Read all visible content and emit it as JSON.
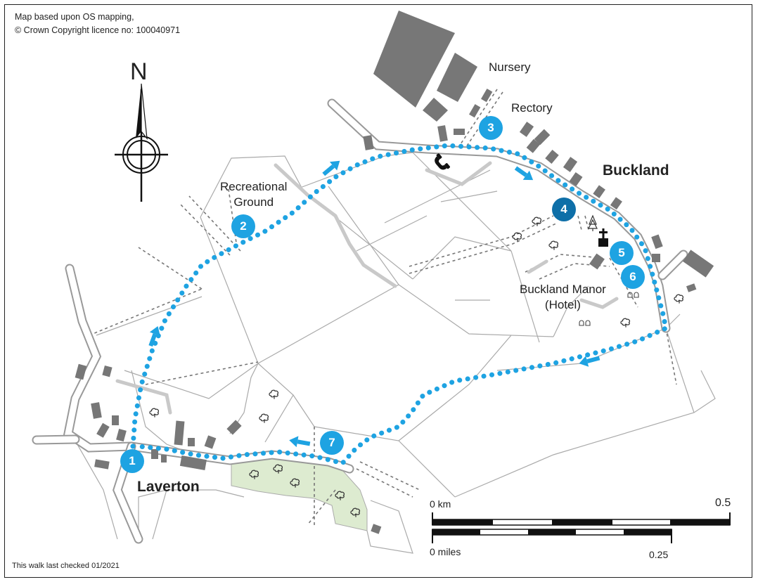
{
  "map": {
    "copyright": [
      "Map based upon OS mapping,",
      "© Crown Copyright licence no: 100040971"
    ],
    "north_label": "N",
    "last_checked": "This walk last checked 01/2021"
  },
  "labels": {
    "nursery": "Nursery",
    "rectory": "Rectory",
    "buckland": "Buckland",
    "recreational_ground": [
      "Recreational",
      "Ground"
    ],
    "buckland_manor": [
      "Buckland Manor",
      "(Hotel)"
    ],
    "laverton": "Laverton"
  },
  "waypoints": [
    {
      "num": "1"
    },
    {
      "num": "2"
    },
    {
      "num": "3"
    },
    {
      "num": "4"
    },
    {
      "num": "5"
    },
    {
      "num": "6"
    },
    {
      "num": "7"
    }
  ],
  "scale": {
    "km_start": "0 km",
    "km_end": "0.5",
    "miles_start": "0 miles",
    "miles_end": "0.25"
  },
  "icons": [
    "compass-rose-icon",
    "telephone-icon",
    "church-icon",
    "conifer-tree-icon",
    "deciduous-tree-icon",
    "direction-arrow-icon"
  ],
  "colors": {
    "route": "#1ea3e2",
    "waypoint": "#1ea3e2",
    "waypoint_dark": "#0e6fa8",
    "woodland": "#ddebd0",
    "building": "#777777"
  }
}
